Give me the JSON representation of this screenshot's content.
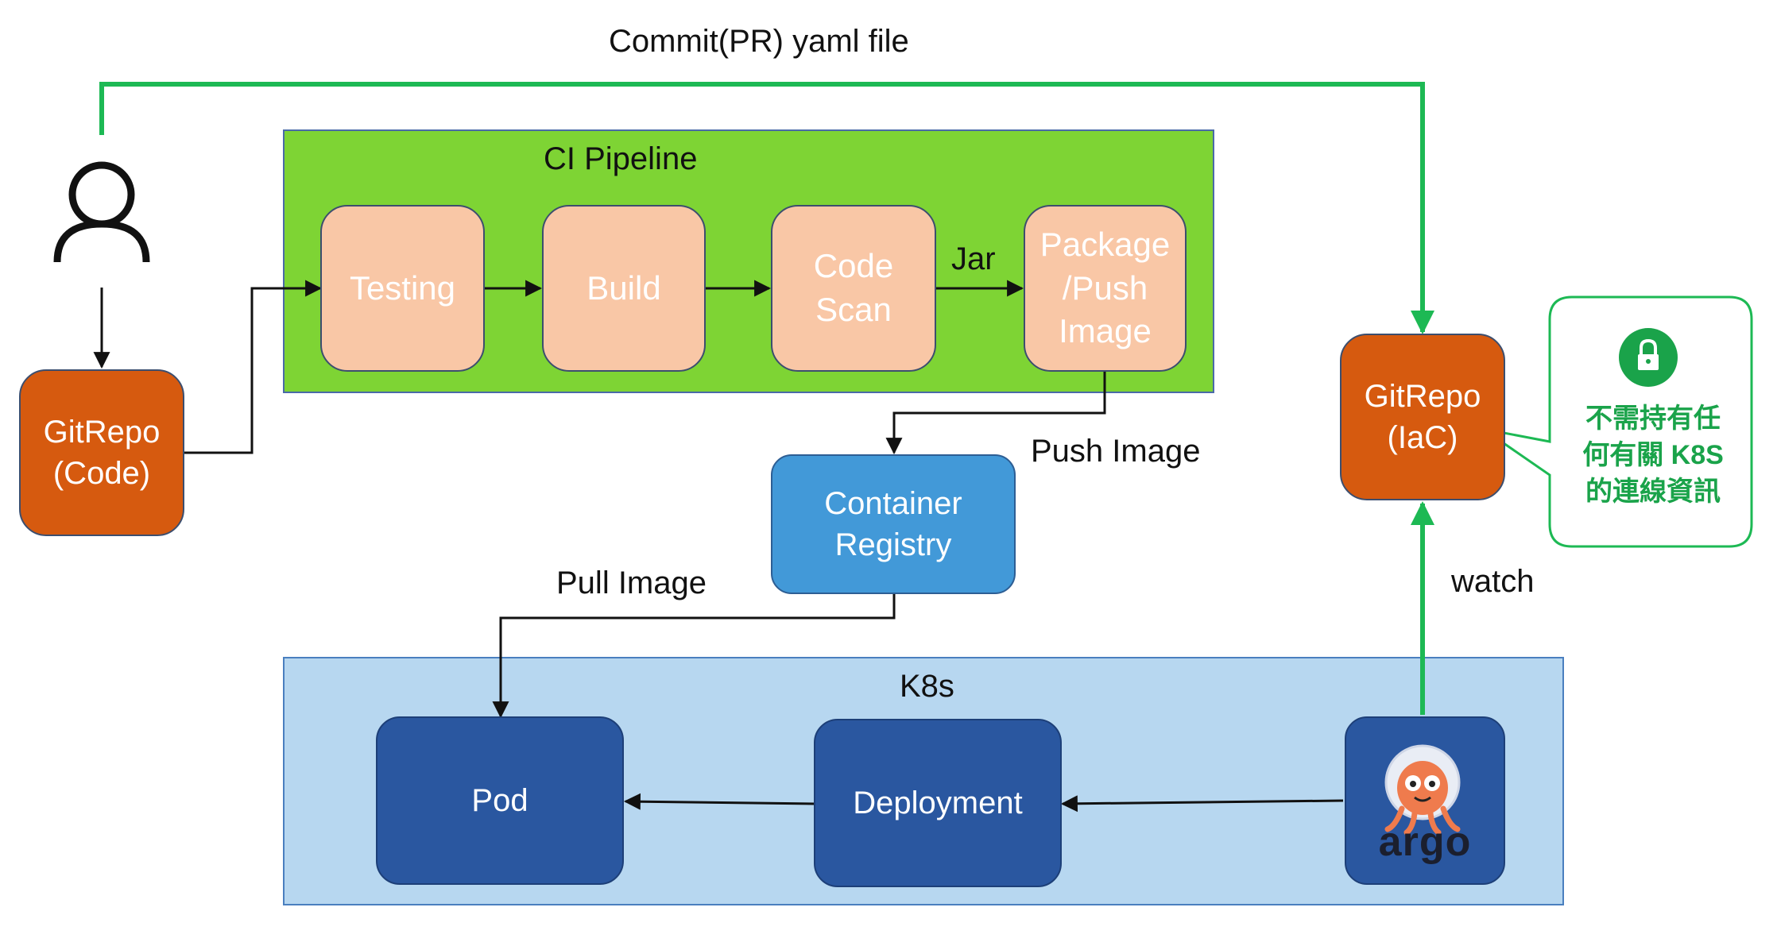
{
  "commit_label": "Commit(PR) yaml file",
  "ci": {
    "title": "CI Pipeline",
    "steps": [
      "Testing",
      "Build",
      "Code\nScan",
      "Package\n/Push\nImage"
    ],
    "jar_label": "Jar"
  },
  "gitrepo_code": "GitRepo\n(Code)",
  "gitrepo_iac": "GitRepo\n(IaC)",
  "push_label": "Push Image",
  "registry": "Container\nRegistry",
  "pull_label": "Pull Image",
  "watch_label": "watch",
  "k8s": {
    "title": "K8s",
    "pod": "Pod",
    "deployment": "Deployment",
    "argo_logo_text": "argo"
  },
  "callout": "不需持有任\n何有關  K8S\n的連線資訊",
  "colors": {
    "green_arrow": "#1db954",
    "ci_bg": "#7ed434",
    "step_bg": "#f9c7a6",
    "gitrepo_bg": "#d65a0f",
    "registry_bg": "#4299d8",
    "k8s_bg": "#b7d7f0",
    "k8s_node_bg": "#2a57a0",
    "callout_green": "#1aa34a"
  },
  "icons": [
    "user-icon",
    "lock-icon",
    "argo-logo-icon"
  ]
}
